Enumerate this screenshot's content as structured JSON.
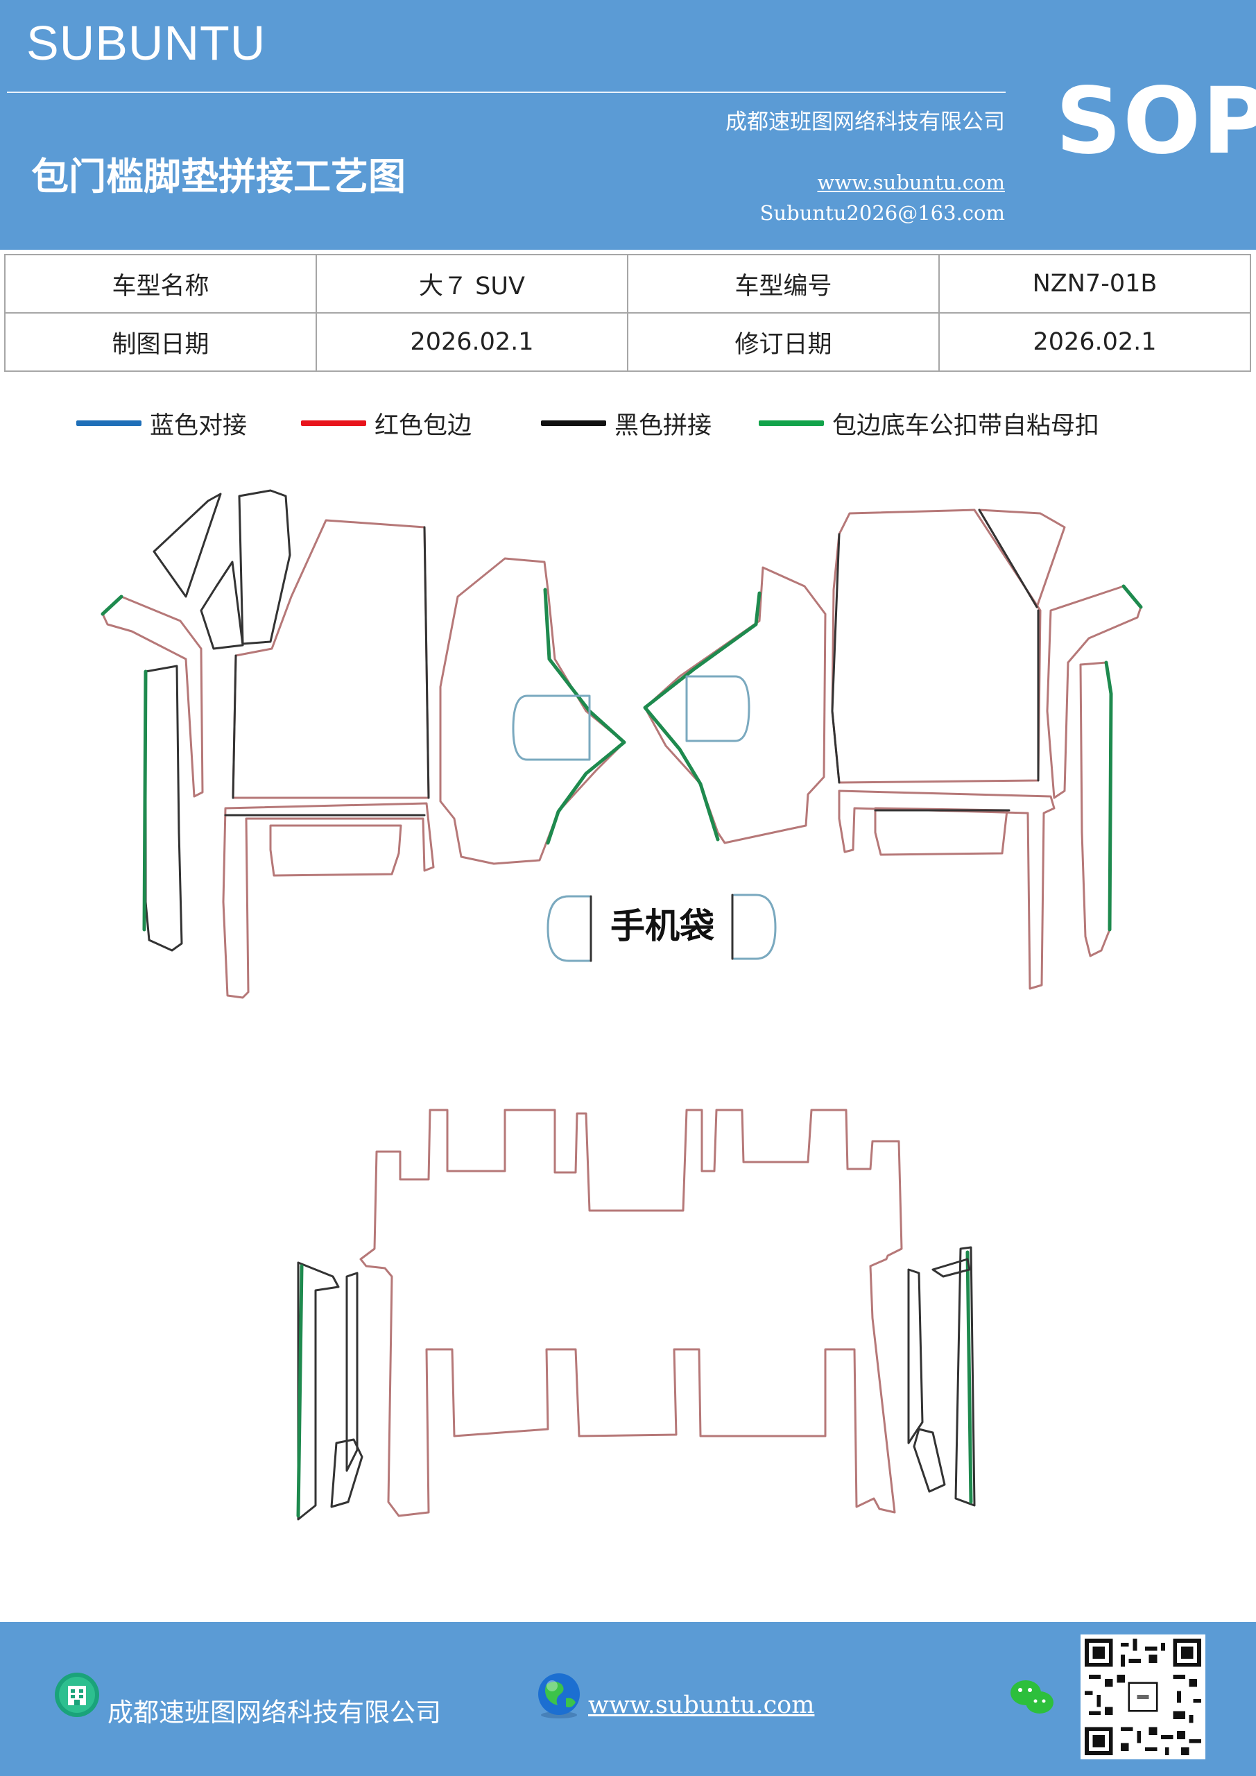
{
  "header": {
    "brand": "SUBUNTU",
    "title": "包门槛脚垫拼接工艺图",
    "company": "成都速班图网络科技有限公司",
    "website": "www.subuntu.com",
    "email": "Subuntu2026@163.com",
    "badge": "SOP"
  },
  "info_table": {
    "rows": [
      [
        {
          "text": "车型名称"
        },
        {
          "text": "大７ SUV"
        },
        {
          "text": "车型编号"
        },
        {
          "text": "NZN7-01B"
        }
      ],
      [
        {
          "text": "制图日期"
        },
        {
          "text": "2026.02.1"
        },
        {
          "text": "修订日期"
        },
        {
          "text": "2026.02.1"
        }
      ]
    ]
  },
  "legend": [
    {
      "label": "蓝色对接",
      "color": "#1f6fb8"
    },
    {
      "label": "红色包边",
      "color": "#e8141c"
    },
    {
      "label": "黑色拼接",
      "color": "#111111"
    },
    {
      "label": "包边底车公扣带自粘母扣",
      "color": "#12a34a"
    }
  ],
  "drawing": {
    "center_label": "手机袋",
    "colors": {
      "outline_red": "#b67878",
      "outline_black": "#333333",
      "outline_green": "#1e8a4e",
      "outline_blue": "#7aa9bf"
    }
  },
  "footer": {
    "company": "成都速班图网络科技有限公司",
    "website": "www.subuntu.com"
  }
}
